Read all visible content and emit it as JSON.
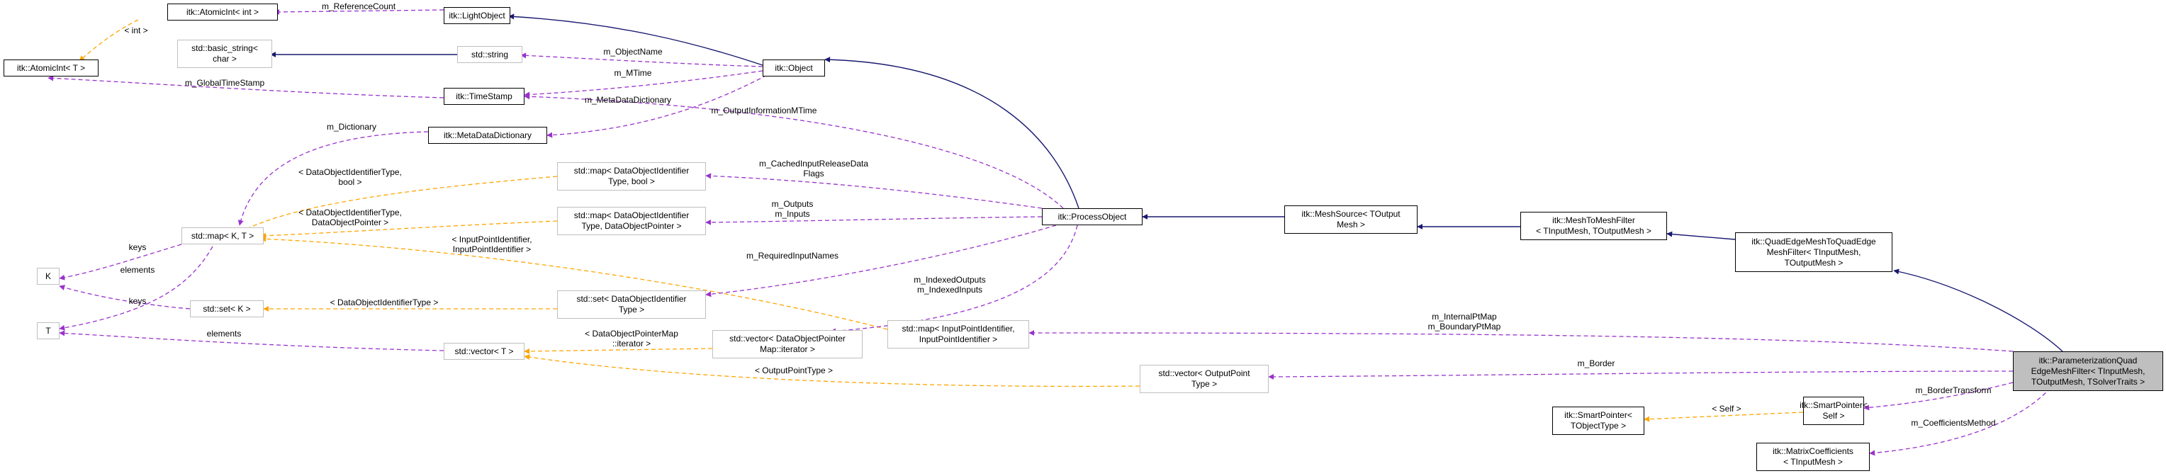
{
  "nodes": {
    "atomicint_int": [
      "itk::AtomicInt< int >"
    ],
    "lightobject": [
      "itk::LightObject"
    ],
    "basic_string": [
      "std::basic_string<",
      "char >"
    ],
    "atomicint_t": [
      "itk::AtomicInt< T >"
    ],
    "std_string": [
      "std::string"
    ],
    "object": [
      "itk::Object"
    ],
    "timestamp": [
      "itk::TimeStamp"
    ],
    "metadatadictionary": [
      "itk::MetaDataDictionary"
    ],
    "map_dataobj_bool": [
      "std::map< DataObjectIdentifier",
      "Type, bool >"
    ],
    "map_dataobj_ptr": [
      "std::map< DataObjectIdentifier",
      "Type, DataObjectPointer >"
    ],
    "map_k_t": [
      "std::map< K, T >"
    ],
    "processobject": [
      "itk::ProcessObject"
    ],
    "meshsource": [
      "itk::MeshSource< TOutput",
      "Mesh >"
    ],
    "meshtomeshfilter": [
      "itk::MeshToMeshFilter",
      "< TInputMesh, TOutputMesh >"
    ],
    "quadedgemeshfilter": [
      "itk::QuadEdgeMeshToQuadEdge",
      "MeshFilter< TInputMesh,",
      "TOutputMesh >"
    ],
    "k": [
      "K"
    ],
    "t": [
      "T"
    ],
    "set_k": [
      "std::set< K >"
    ],
    "set_dataobj": [
      "std::set< DataObjectIdentifier",
      "Type >"
    ],
    "map_inputpoint": [
      "std::map< InputPointIdentifier,",
      "InputPointIdentifier >"
    ],
    "vector_dataobjmap": [
      "std::vector< DataObjectPointer",
      "Map::iterator >"
    ],
    "vector_t": [
      "std::vector< T >"
    ],
    "vector_outputpoint": [
      "std::vector< OutputPoint",
      "Type >"
    ],
    "param_filter": [
      "itk::ParameterizationQuad",
      "EdgeMeshFilter< TInputMesh,",
      "TOutputMesh, TSolverTraits >"
    ],
    "smartpointer_tobject": [
      "itk::SmartPointer<",
      "TObjectType >"
    ],
    "smartpointer_self": [
      "itk::SmartPointer<",
      "Self >"
    ],
    "matrixcoefficients": [
      "itk::MatrixCoefficients",
      "< TInputMesh >"
    ]
  },
  "edge_labels": {
    "m_referencecount": [
      "m_ReferenceCount"
    ],
    "int_arg": [
      "< int >"
    ],
    "m_objectname": [
      "m_ObjectName"
    ],
    "m_mtime": [
      "m_MTime"
    ],
    "m_globaltimestamp": [
      "m_GlobalTimeStamp"
    ],
    "m_metadatadictionary": [
      "m_MetaDataDictionary"
    ],
    "m_outputinformationmtime": [
      "m_OutputInformationMTime"
    ],
    "m_dictionary": [
      "m_Dictionary"
    ],
    "dataobj_bool_arg": [
      "< DataObjectIdentifierType,",
      "bool >"
    ],
    "m_cachedinputrelease": [
      "m_CachedInputReleaseData",
      "Flags"
    ],
    "dataobj_ptr_arg": [
      "< DataObjectIdentifierType,",
      "DataObjectPointer >"
    ],
    "m_outputs_inputs": [
      "m_Outputs",
      "m_Inputs"
    ],
    "keys_1": [
      "keys"
    ],
    "elements_1": [
      "elements"
    ],
    "inputpoint_arg": [
      "< InputPointIdentifier,",
      "InputPointIdentifier >"
    ],
    "m_requiredinputnames": [
      "m_RequiredInputNames"
    ],
    "m_indexed": [
      "m_IndexedOutputs",
      "m_IndexedInputs"
    ],
    "keys_2": [
      "keys"
    ],
    "dataobjtype_arg": [
      "< DataObjectIdentifierType >"
    ],
    "elements_2": [
      "elements"
    ],
    "dataobjmap_arg": [
      "< DataObjectPointerMap",
      "::iterator >"
    ],
    "outputpoint_arg": [
      "< OutputPointType >"
    ],
    "m_internal_boundary": [
      "m_InternalPtMap",
      "m_BoundaryPtMap"
    ],
    "m_border": [
      "m_Border"
    ],
    "m_bordertransform": [
      "m_BorderTransform"
    ],
    "self_arg": [
      "< Self >"
    ],
    "m_coefficientsmethod": [
      "m_CoefficientsMethod"
    ]
  },
  "colors": {
    "inheritance": "#191970",
    "usage": "#9a32cd",
    "template": "#ffa500",
    "node_border": "#000000",
    "template_node_border": "#bfbfbf",
    "focus_fill": "#bfbfbf"
  }
}
